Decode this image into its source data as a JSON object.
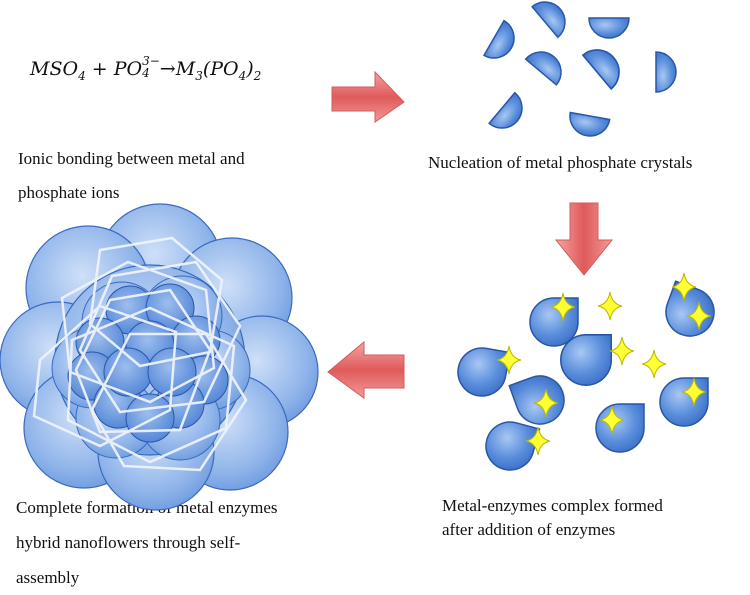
{
  "equation": {
    "reactant1": "MSO",
    "reactant1_sub": "4",
    "plus": "+",
    "reactant2": "PO",
    "reactant2_sup": "3−",
    "reactant2_sub": "4",
    "arrow": "→",
    "product": "M",
    "product_sub1": "3",
    "product_paren_open": "(PO",
    "product_sub2": "4",
    "product_paren_close": ")",
    "product_sub3": "2"
  },
  "steps": [
    {
      "label_line1": "Ionic bonding between metal and",
      "label_line2": "phosphate ions"
    },
    {
      "label_line1": "Nucleation of metal phosphate crystals"
    },
    {
      "label_line1": "Metal-enzymes complex formed",
      "label_line2": "after addition of enzymes"
    },
    {
      "label_line1": "Complete formation of metal enzymes",
      "label_line2": "hybrid nanoflowers through self-",
      "label_line3": "assembly"
    }
  ],
  "colors": {
    "crystal_fill": "#5b8fdc",
    "crystal_stroke": "#2a56a8",
    "enzyme_star": "#ffff33",
    "arrow": "#e86a6a",
    "flower_petal": "#8fb4ea",
    "hexagon_stroke": "#e8eef8"
  },
  "icons": [
    "right-arrow-icon",
    "down-arrow-icon",
    "left-arrow-icon",
    "enzyme-star-icon"
  ]
}
